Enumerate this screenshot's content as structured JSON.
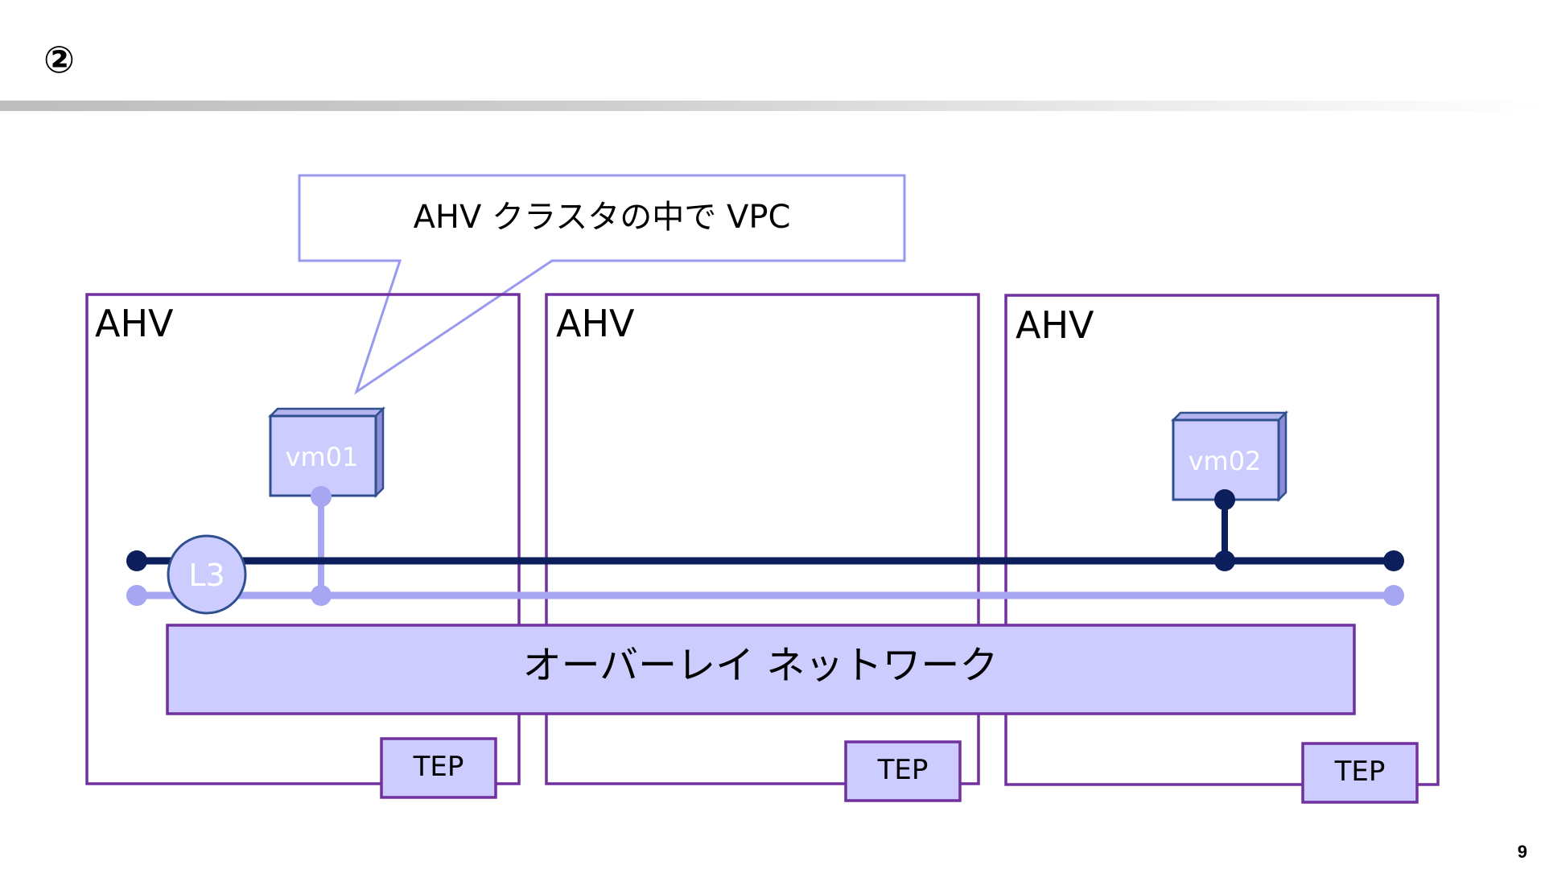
{
  "slide": {
    "title": "②",
    "page_number": "9"
  },
  "callout": {
    "text": "AHV クラスタの中で VPC"
  },
  "hosts": [
    {
      "label": "AHV",
      "tep_label": "TEP"
    },
    {
      "label": "AHV",
      "tep_label": "TEP"
    },
    {
      "label": "AHV",
      "tep_label": "TEP"
    }
  ],
  "vms": [
    {
      "label": "vm01"
    },
    {
      "label": "vm02"
    }
  ],
  "router": {
    "label": "L3"
  },
  "overlay": {
    "label": "オーバーレイ ネットワーク"
  },
  "colors": {
    "host_border": "#7030a0",
    "overlay_fill": "#ccccff",
    "callout_border": "#9999ee",
    "vm_fill": "#ccccff",
    "vm_border": "#2f4f8f",
    "dark_network": "#0c1f5c",
    "light_network": "#a6a6f2"
  },
  "icons": {
    "vm": "vm-box-icon",
    "router": "l3-router-icon"
  }
}
